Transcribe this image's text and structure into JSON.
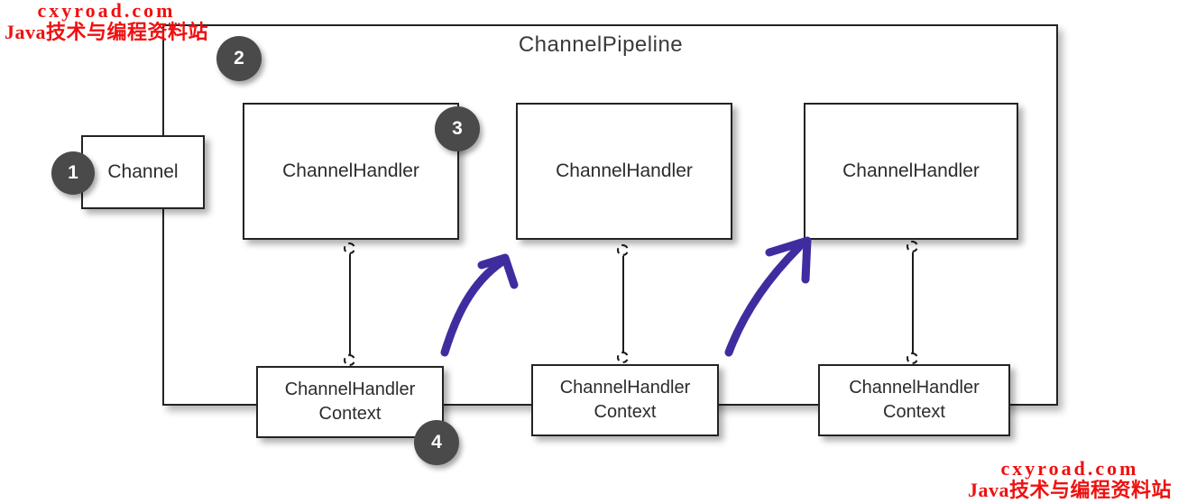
{
  "watermark": {
    "line1": "cxyroad.com",
    "line2": "Java技术与编程资料站",
    "color": "#ef1010"
  },
  "diagram": {
    "title": "ChannelPipeline",
    "channel": {
      "label": "Channel",
      "badge": "1"
    },
    "pipeline_badge": "2",
    "handlers": [
      {
        "label": "ChannelHandler",
        "badge": "3"
      },
      {
        "label": "ChannelHandler"
      },
      {
        "label": "ChannelHandler"
      }
    ],
    "contexts": [
      {
        "line1": "ChannelHandler",
        "line2": "Context",
        "badge": "4"
      },
      {
        "line1": "ChannelHandler",
        "line2": "Context"
      },
      {
        "line1": "ChannelHandler",
        "line2": "Context"
      }
    ],
    "colors": {
      "arrow": "#3f2da0",
      "badge_bg": "#4a4a4a",
      "box_border": "#232323",
      "watermark_red": "#ef1010"
    }
  }
}
